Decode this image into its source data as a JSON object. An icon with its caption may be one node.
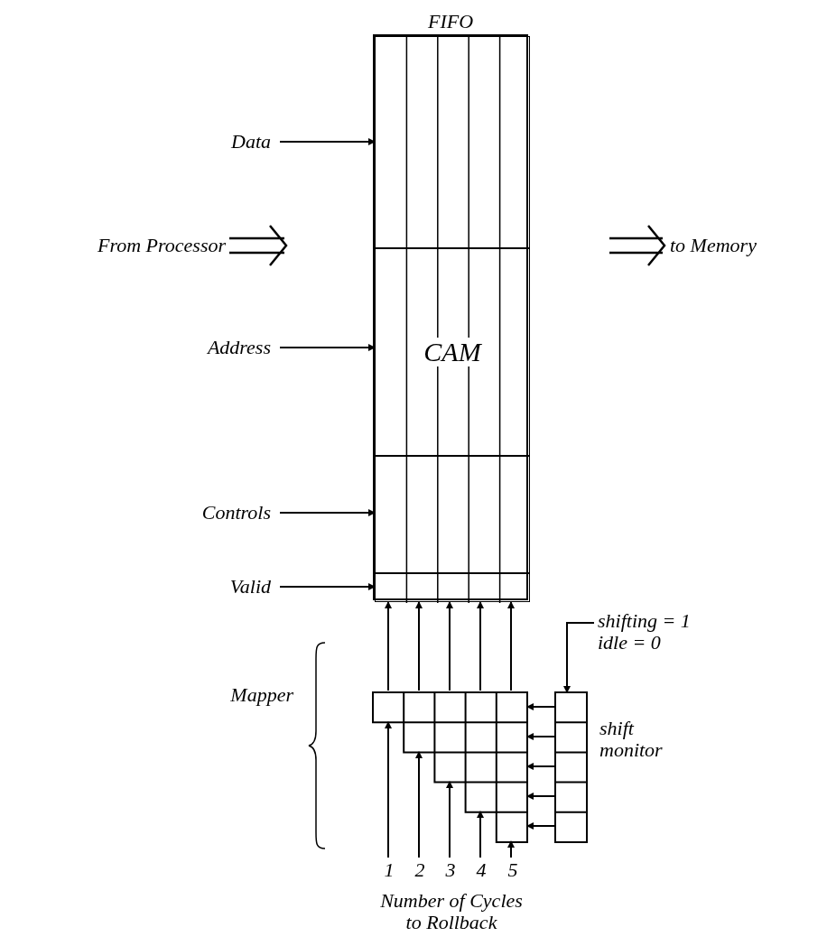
{
  "diagram": {
    "nodes": [
      {
        "text": [
          "FIFO"
        ]
      },
      {
        "text": [],
        "shape": "box",
        "in": 0
      },
      {
        "text": [
          "CAM"
        ],
        "in": 0
      },
      {
        "text": [],
        "shape": "box",
        "in": 0
      },
      {
        "text": [],
        "shape": "bar",
        "in": 0
      },
      {
        "text": [
          "Data"
        ]
      },
      {
        "text": [
          "Address"
        ]
      },
      {
        "text": [
          "Controls"
        ]
      },
      {
        "text": [
          "Valid"
        ]
      },
      {
        "text": [
          "From Processor"
        ]
      },
      {
        "text": [
          "to Memory"
        ]
      },
      {
        "text": [
          "shifting = 1 idle = 0"
        ]
      },
      {
        "text": [],
        "shape": "box",
        "beside": [
          "Mapper"
        ]
      },
      {
        "text": [],
        "shape": "box",
        "beside": [
          "shift monitor"
        ]
      },
      {
        "text": [
          "1"
        ]
      },
      {
        "text": [
          "2"
        ]
      },
      {
        "text": [
          "3"
        ]
      },
      {
        "text": [
          "4"
        ]
      },
      {
        "text": [
          "5"
        ]
      }
    ],
    "edges": [
      {
        "from": 5,
        "to": 1,
        "arrow": "to"
      },
      {
        "from": 6,
        "to": 2,
        "arrow": "to"
      },
      {
        "from": 7,
        "to": 3,
        "arrow": "to"
      },
      {
        "from": 8,
        "to": 4,
        "arrow": "to"
      },
      {
        "from": 9,
        "to": null,
        "arrow": "to"
      },
      {
        "from": null,
        "to": 10,
        "arrow": "to"
      },
      {
        "from": 12,
        "to": 4,
        "arrow": "to"
      },
      {
        "from": 12,
        "to": 4,
        "arrow": "to"
      },
      {
        "from": 12,
        "to": 4,
        "arrow": "to"
      },
      {
        "from": 12,
        "to": 4,
        "arrow": "to"
      },
      {
        "from": 12,
        "to": 4,
        "arrow": "to"
      },
      {
        "from": 13,
        "to": 12,
        "arrow": "to"
      },
      {
        "from": 13,
        "to": 12,
        "arrow": "to"
      },
      {
        "from": 13,
        "to": 12,
        "arrow": "to"
      },
      {
        "from": 13,
        "to": 12,
        "arrow": "to"
      },
      {
        "from": 13,
        "to": 12,
        "arrow": "to"
      },
      {
        "from": 14,
        "to": 12,
        "arrow": "to"
      },
      {
        "from": 15,
        "to": 12,
        "arrow": "to"
      },
      {
        "from": 16,
        "to": 12,
        "arrow": "to"
      },
      {
        "from": 17,
        "to": 12,
        "arrow": "to"
      },
      {
        "from": 18,
        "to": 12,
        "arrow": "to"
      },
      {
        "from": 11,
        "to": 13,
        "arrow": "to"
      }
    ],
    "labels": [
      "Number of Cycles to Rollback"
    ]
  }
}
